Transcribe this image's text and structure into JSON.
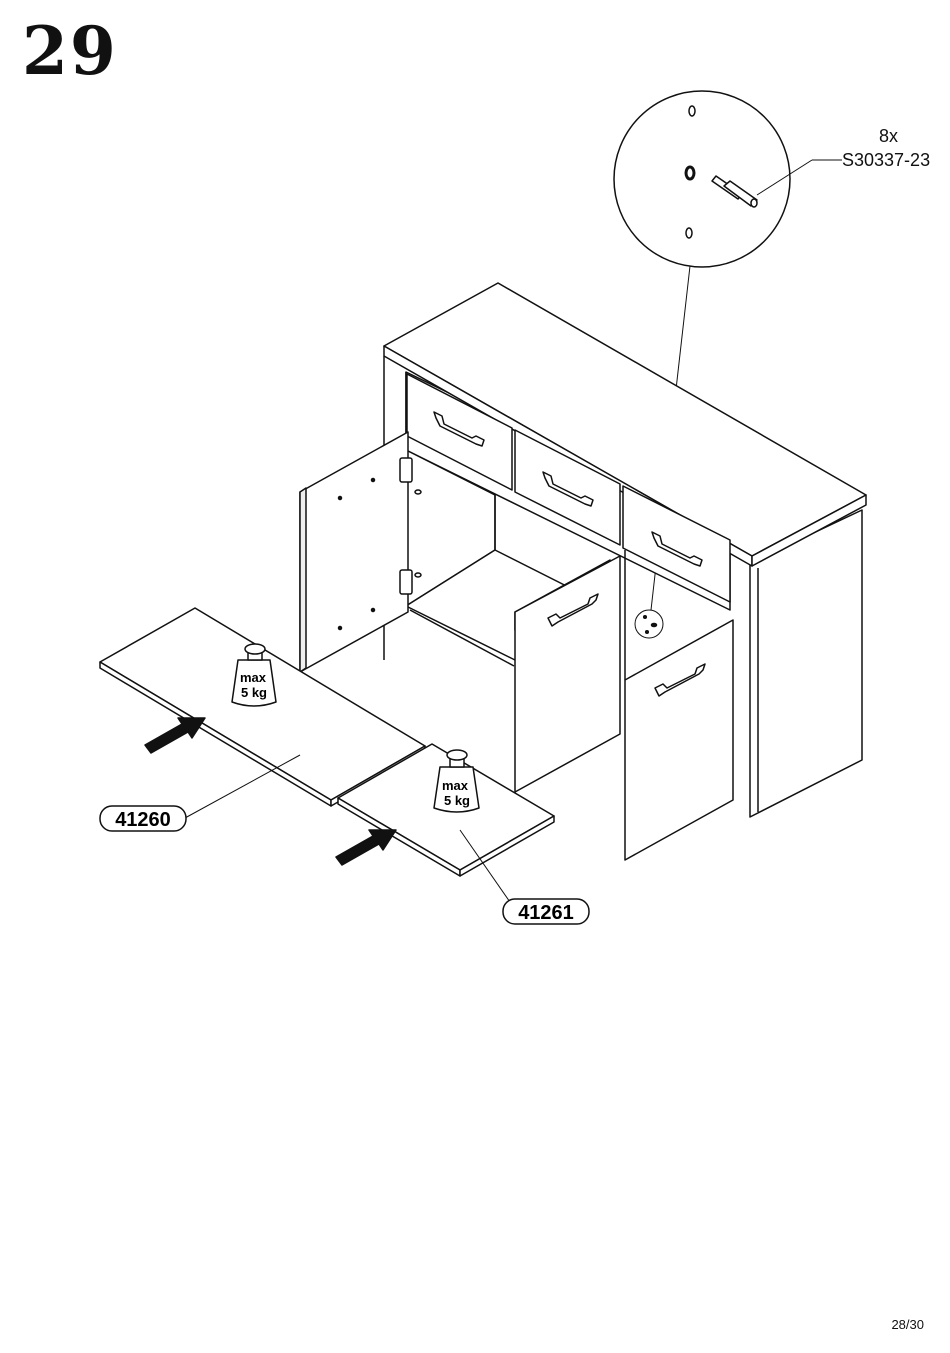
{
  "step_number": "29",
  "hardware": {
    "quantity": "8x",
    "part_code": "S30337-23"
  },
  "parts": [
    {
      "id": "41260",
      "weight_line1": "max",
      "weight_line2": "5 kg"
    },
    {
      "id": "41261",
      "weight_line1": "max",
      "weight_line2": "5 kg"
    }
  ],
  "page_number": "28/30"
}
